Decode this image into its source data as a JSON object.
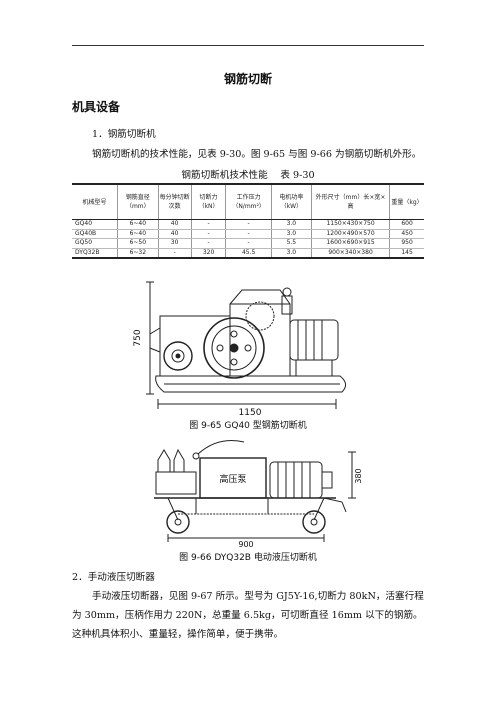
{
  "title": "钢筋切断",
  "section_heading": "机具设备",
  "item1_heading": "1．钢筋切断机",
  "intro_text": "钢筋切断机的技术性能，见表 9-30。图 9-65 与图 9-66 为钢筋切断机外形。",
  "table": {
    "caption": "钢筋切断机技术性能　 表 9-30",
    "headers": [
      "机械型号",
      "钢筋直径（mm）",
      "每分钟切断次数",
      "切断力（kN）",
      "工作压力（N/mm²）",
      "电机功率（kW）",
      "外形尺寸（mm）长×宽×高",
      "重量（kg）"
    ],
    "rows": [
      [
        "GQ40",
        "6~40",
        "40",
        "-",
        "-",
        "3.0",
        "1150×430×750",
        "600"
      ],
      [
        "GQ40B",
        "6~40",
        "40",
        "-",
        "-",
        "3.0",
        "1200×490×570",
        "450"
      ],
      [
        "GQ50",
        "6~50",
        "30",
        "-",
        "-",
        "5.5",
        "1600×690×915",
        "950"
      ],
      [
        "DYQ32B",
        "6~32",
        "-",
        "320",
        "45.5",
        "3.0",
        "900×340×380",
        "145"
      ]
    ]
  },
  "figure1": {
    "caption": "图 9-65 GQ40 型钢筋切断机",
    "dim_width": "1150",
    "dim_height": "750"
  },
  "figure2": {
    "caption": "图 9-66 DYQ32B 电动液压切断机",
    "pump_label": "高压泵",
    "dim_width": "900",
    "dim_height": "380"
  },
  "item2_heading": "2．手动液压切断器",
  "item2_text": "手动液压切断器，见图 9-67 所示。型号为 GJ5Y-16,切断力 80kN，活塞行程为 30mm，压柄作用力 220N，总重量 6.5kg，可切断直径 16mm 以下的钢筋。这种机具体积小、重量轻，操作简单，便于携带。"
}
